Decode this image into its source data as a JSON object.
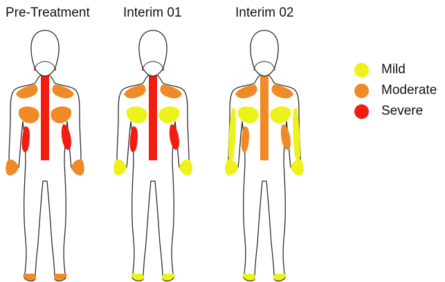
{
  "panels": [
    {
      "title": "Pre-Treatment",
      "regions": {
        "neck": "severe",
        "spine": "severe",
        "shoulders": "moderate",
        "midback": "moderate",
        "hips": "severe",
        "arms": "none",
        "hands": "moderate",
        "feet": "moderate"
      }
    },
    {
      "title": "Interim 01",
      "regions": {
        "neck": "severe",
        "spine": "severe",
        "shoulders": "moderate",
        "midback": "mild",
        "hips": "severe",
        "arms": "none",
        "hands": "mild",
        "feet": "mild"
      }
    },
    {
      "title": "Interim 02",
      "regions": {
        "neck": "moderate",
        "spine": "moderate",
        "shoulders": "moderate",
        "midback": "mild",
        "hips": "moderate",
        "arms": "mild",
        "hands": "mild",
        "feet": "mild"
      }
    }
  ],
  "legend": [
    {
      "key": "mild",
      "label": "Mild",
      "color": "#ecf21a"
    },
    {
      "key": "moderate",
      "label": "Moderate",
      "color": "#f08a26"
    },
    {
      "key": "severe",
      "label": "Severe",
      "color": "#f01d10"
    }
  ]
}
